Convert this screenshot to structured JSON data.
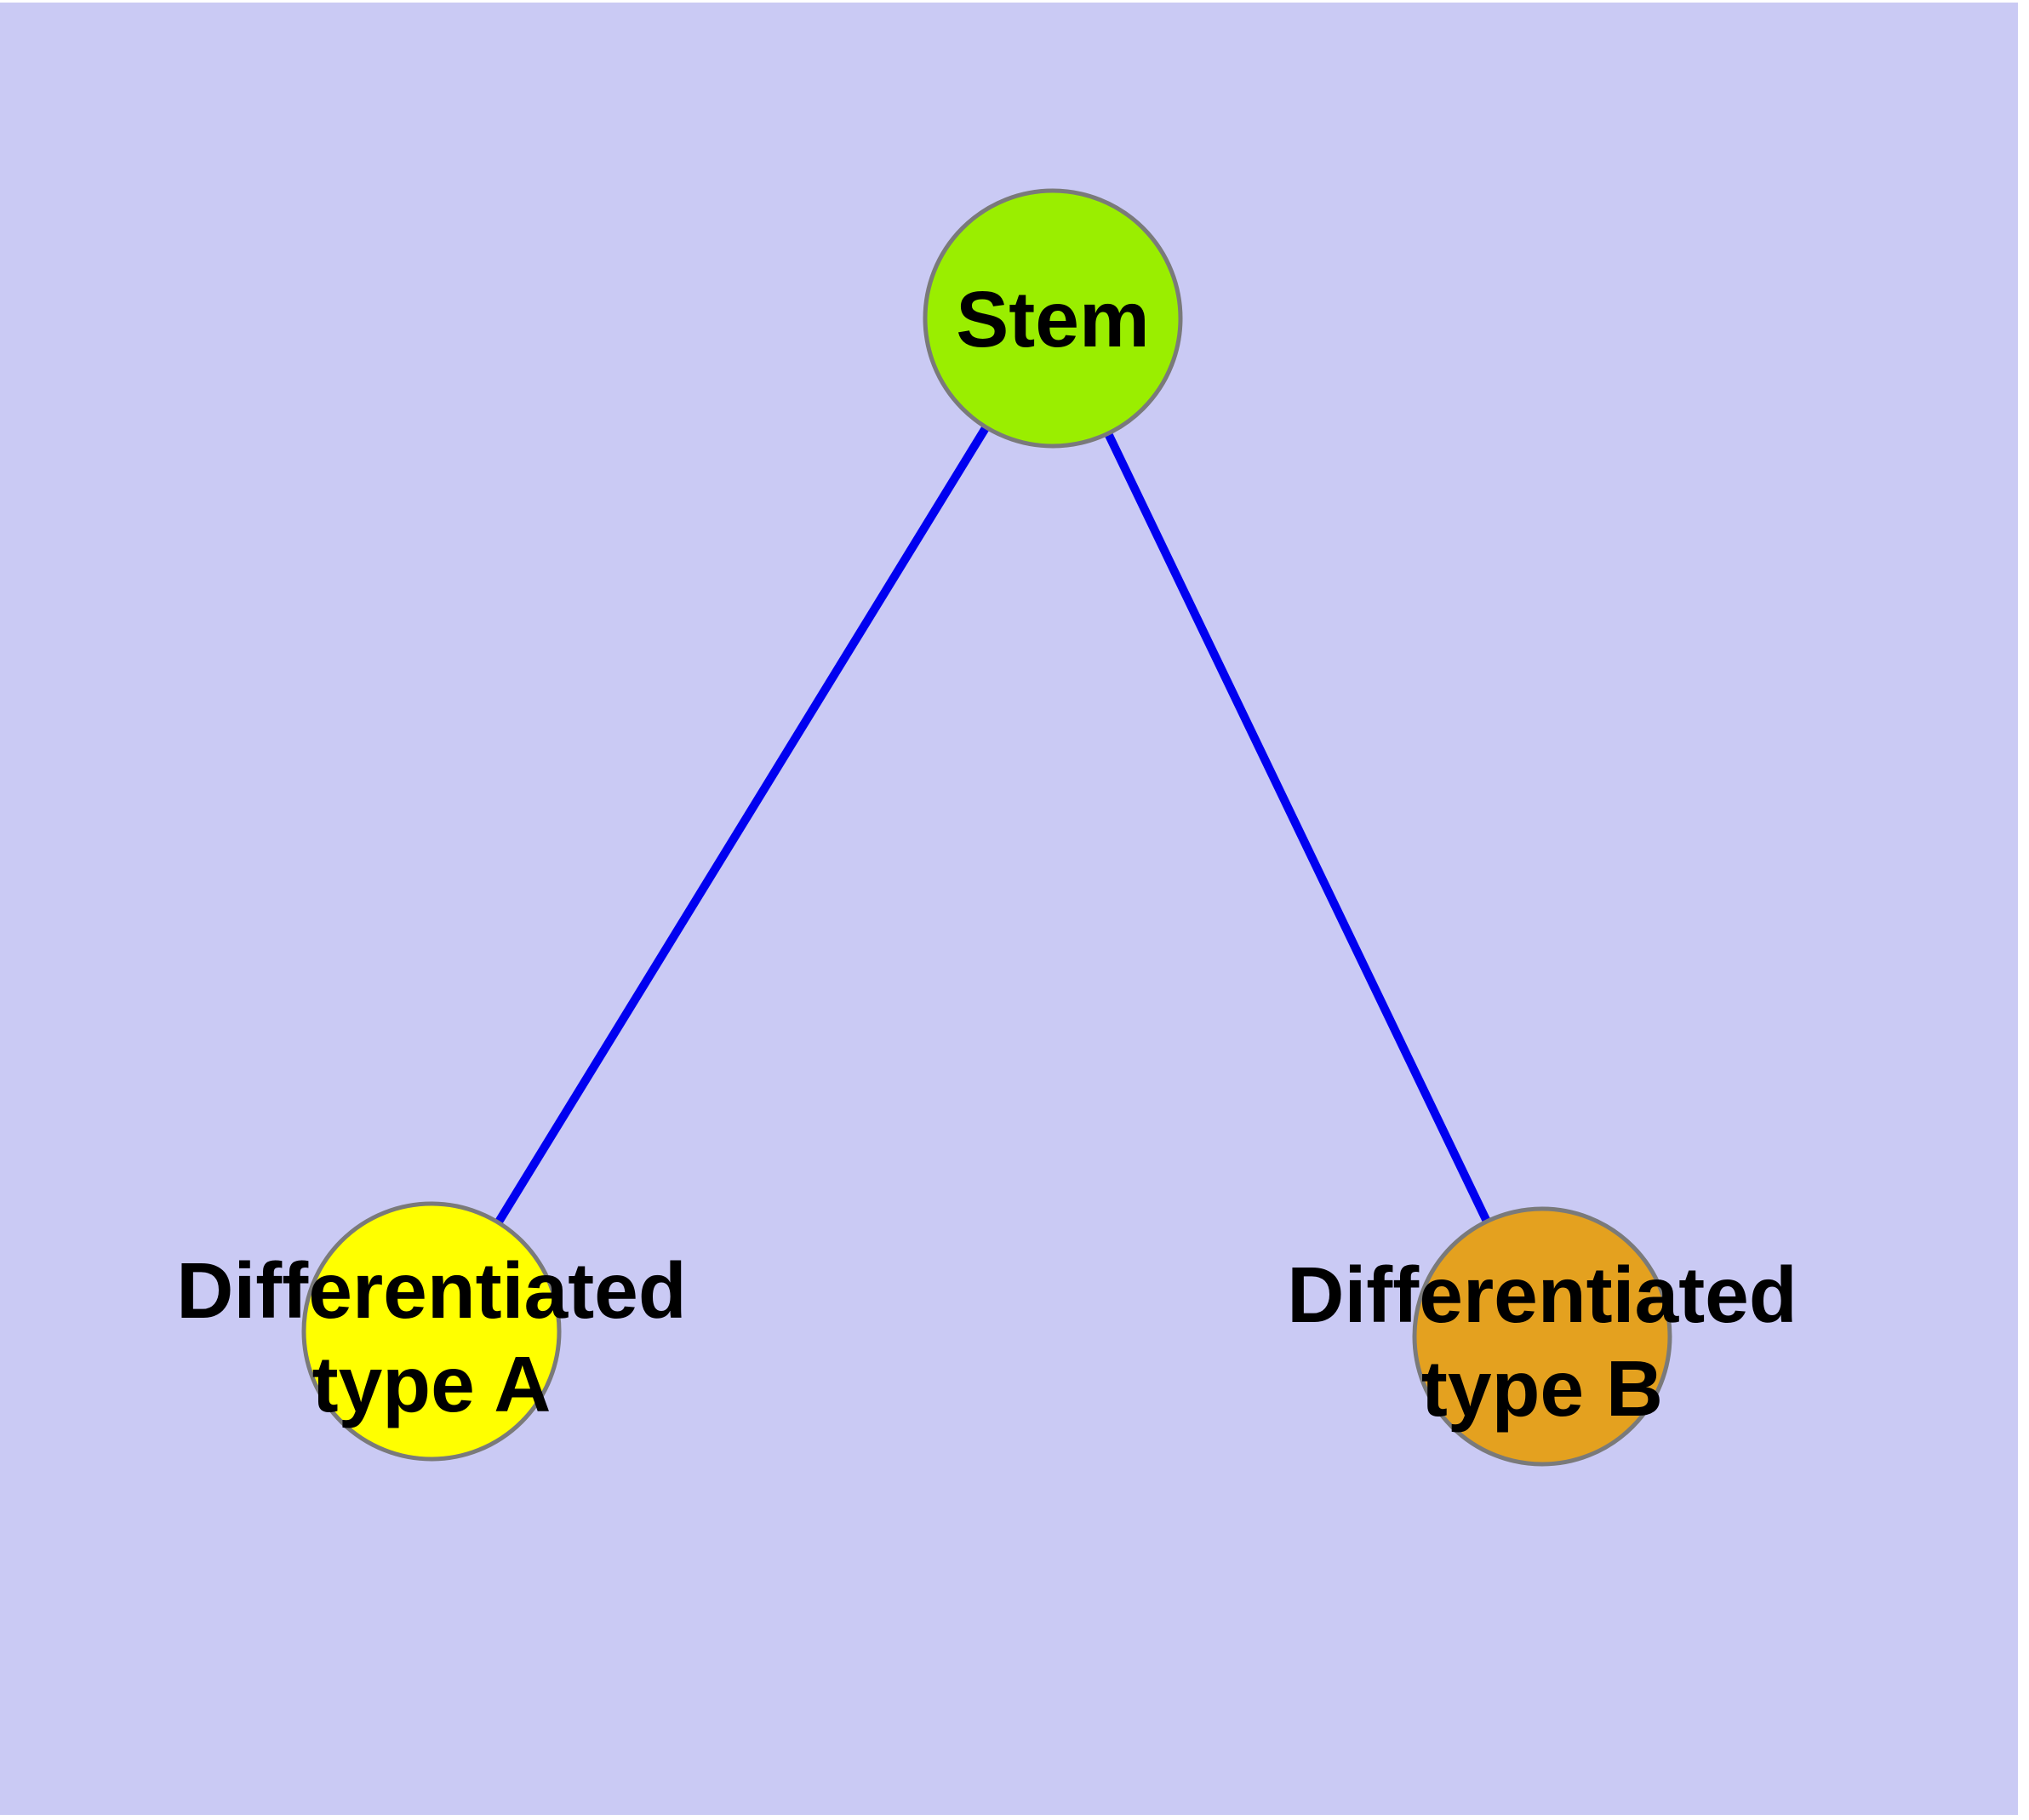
{
  "diagram": {
    "background_color": "#cacaf4",
    "canvas_margin_color": "#ffffff",
    "edge_color": "#0000f0",
    "node_border_color": "#7a7a7a",
    "label_color": "#000000",
    "nodes": [
      {
        "id": "stem",
        "label": "Stem",
        "label_line1": "Stem",
        "fill": "#9aee00"
      },
      {
        "id": "differentiated-type-a",
        "label": "Differentiated type A",
        "label_line1": "Differentiated",
        "label_line2": "type A",
        "fill": "#ffff00"
      },
      {
        "id": "differentiated-type-b",
        "label": "Differentiated type B",
        "label_line1": "Differentiated",
        "label_line2": "type B",
        "fill": "#e4a11f"
      }
    ],
    "edges": [
      {
        "from": "stem",
        "to": "differentiated-type-a"
      },
      {
        "from": "stem",
        "to": "differentiated-type-b"
      }
    ]
  }
}
